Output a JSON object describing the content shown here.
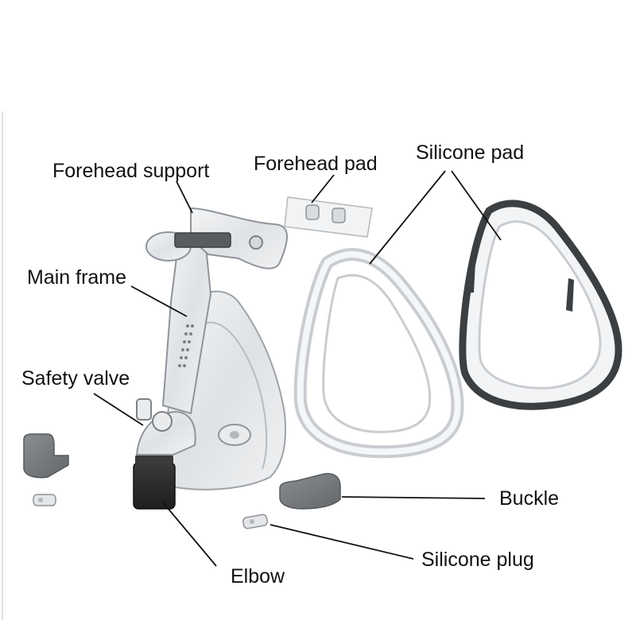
{
  "labels": {
    "forehead_support": "Forehead support",
    "forehead_pad": "Forehead pad",
    "silicone_pad": "Silicone pad",
    "main_frame": "Main frame",
    "safety_valve": "Safety valve",
    "buckle": "Buckle",
    "silicone_plug": "Silicone plug",
    "elbow": "Elbow"
  },
  "colors": {
    "leader_line": "#111111",
    "clear_plastic": "#e4e6e8",
    "plastic_edge": "#9ea3a8",
    "dark_rim": "#3b3f42",
    "buckle_grey": "#7a7d80",
    "elbow_black": "#2a2a2a"
  }
}
